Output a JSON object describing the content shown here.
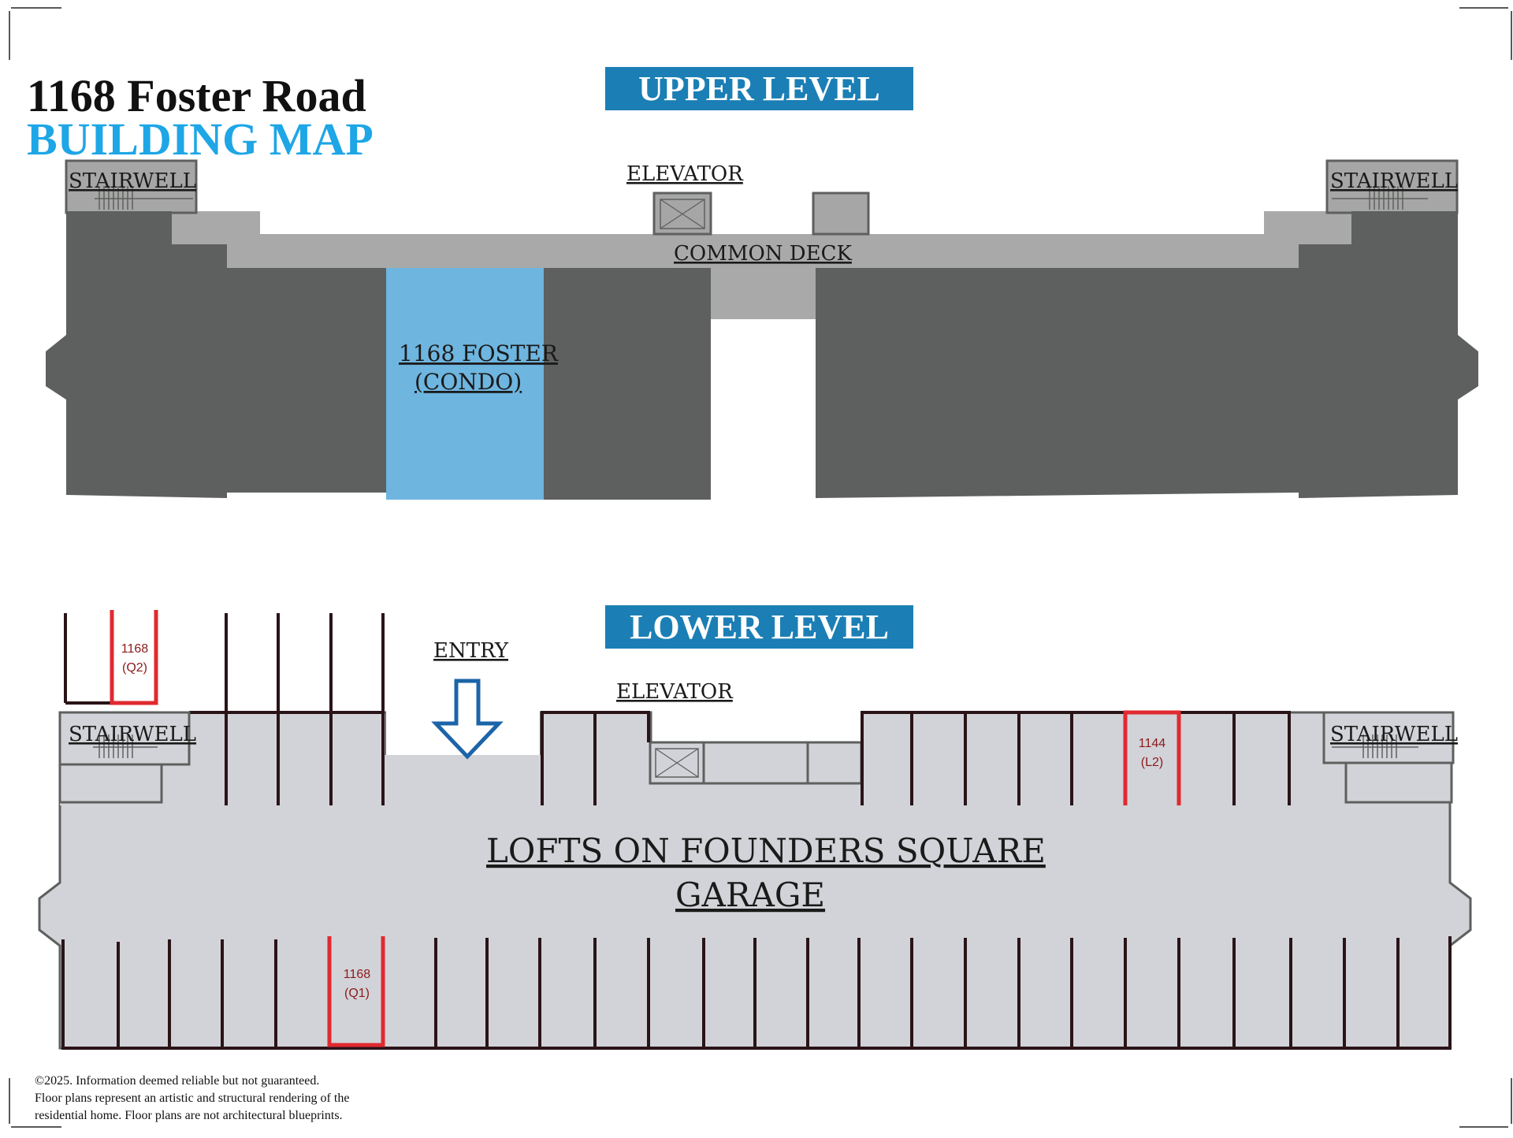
{
  "header": {
    "title_line1": "1168 Foster Road",
    "title_line2": "BUILDING MAP"
  },
  "upper_level": {
    "banner": "UPPER LEVEL",
    "labels": {
      "stairwell_left": "STAIRWELL",
      "stairwell_right": "STAIRWELL",
      "elevator": "ELEVATOR",
      "common_deck": "COMMON DECK",
      "condo_line1": "1168 FOSTER",
      "condo_line2": "(CONDO)"
    }
  },
  "lower_level": {
    "banner": "LOWER LEVEL",
    "labels": {
      "entry": "ENTRY",
      "elevator": "ELEVATOR",
      "stairwell_left": "STAIRWELL",
      "stairwell_right": "STAIRWELL",
      "garage_line1": "LOFTS ON FOUNDERS SQUARE",
      "garage_line2": "GARAGE"
    },
    "parking_spaces": [
      {
        "line1": "1168",
        "line2": "(Q2)"
      },
      {
        "line1": "1144",
        "line2": "(L2)"
      },
      {
        "line1": "1168",
        "line2": "(Q1)"
      }
    ]
  },
  "footer": {
    "line1": "©2025. Information deemed reliable but not guaranteed.",
    "line2": "Floor plans represent an artistic and structural rendering of the",
    "line3": "residential home. Floor plans are not architectural blueprints."
  },
  "colors": {
    "unit_dark": "#5e605f",
    "common_area": "#a8a9a8",
    "condo_highlight": "#6eb5df",
    "banner_blue": "#1b7fb5",
    "title_blue": "#1ea6e6",
    "garage_floor": "#d2d3d8",
    "parking_lines": "#2a1418",
    "highlight_red": "#e02a2f",
    "space_label_red": "#8b1a1a",
    "entry_arrow": "#1c64a8"
  }
}
